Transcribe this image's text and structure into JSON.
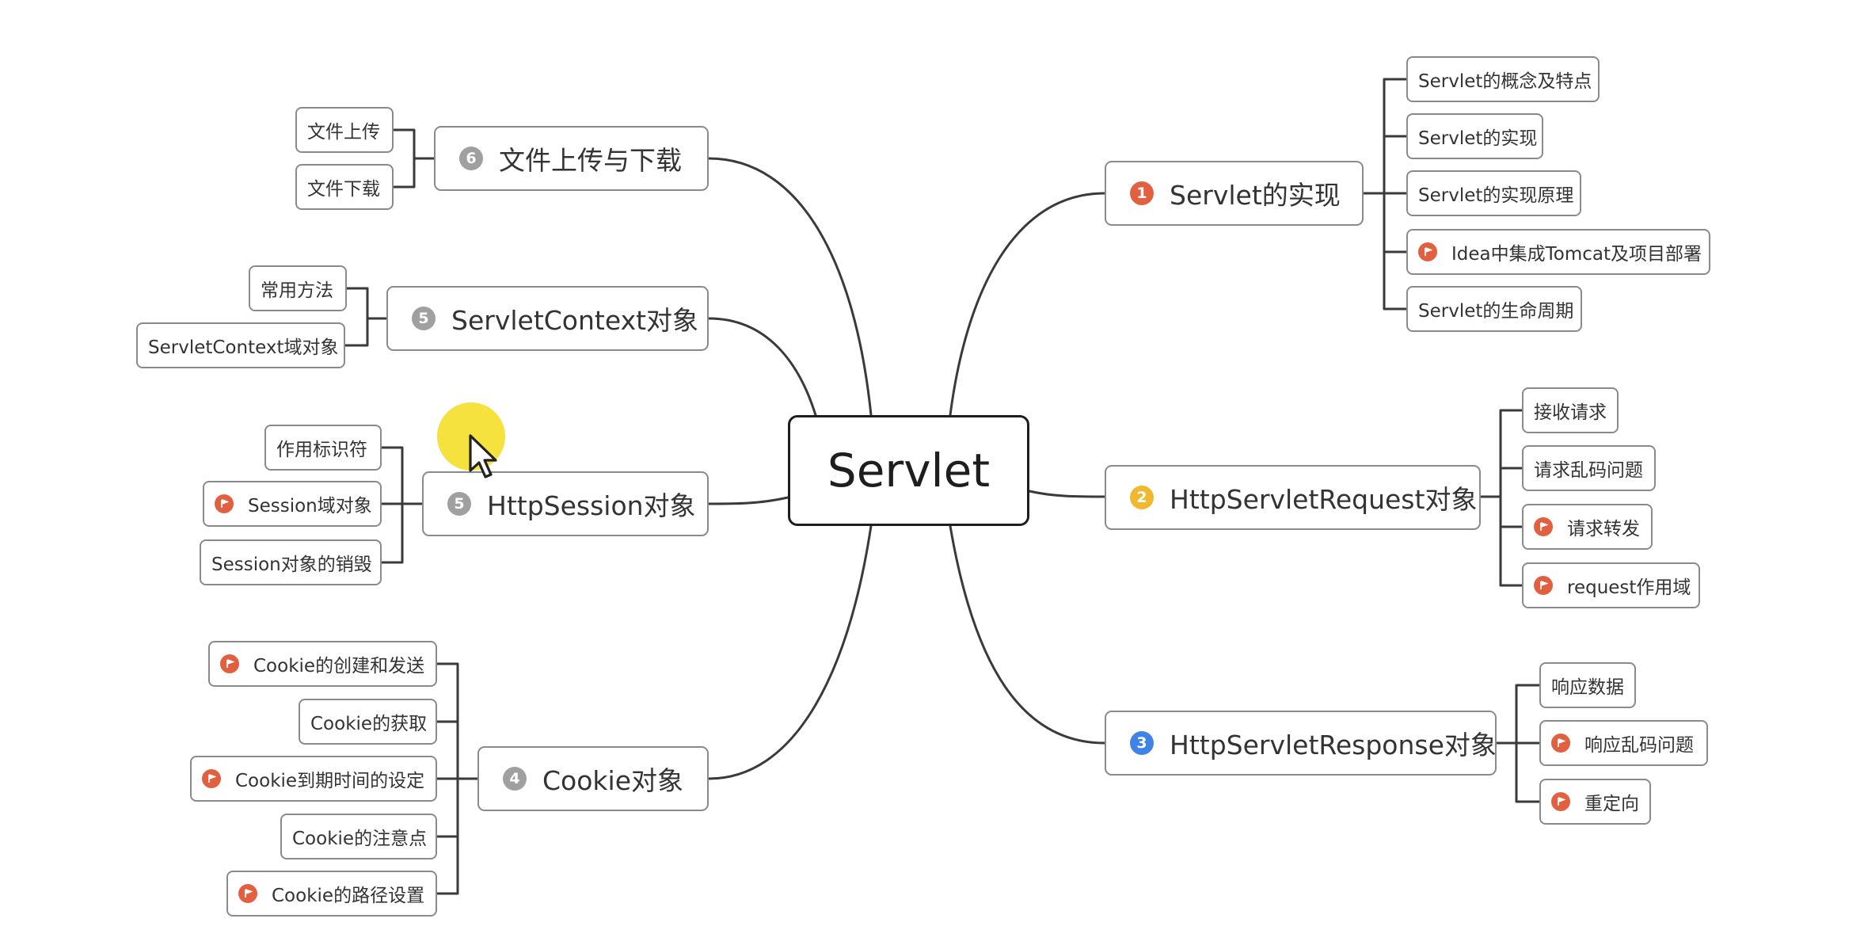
{
  "root": {
    "label": "Servlet"
  },
  "colors": {
    "badge_red": "#e2603f",
    "badge_yellow": "#f0b72f",
    "badge_blue": "#3f83e6",
    "badge_gray": "#a0a0a0",
    "flag": "#e2603f",
    "line": "#3a3a3a",
    "node_border": "#8a8a8a",
    "cursor_highlight": "#f5df2e"
  },
  "branches": [
    {
      "badge": "1",
      "label": "Servlet的实现",
      "children": [
        {
          "label": "Servlet的概念及特点",
          "flag": false
        },
        {
          "label": "Servlet的实现",
          "flag": false
        },
        {
          "label": "Servlet的实现原理",
          "flag": false
        },
        {
          "label": "Idea中集成Tomcat及项目部署",
          "flag": true
        },
        {
          "label": "Servlet的生命周期",
          "flag": false
        }
      ]
    },
    {
      "badge": "2",
      "label": "HttpServletRequest对象",
      "children": [
        {
          "label": "接收请求",
          "flag": false
        },
        {
          "label": "请求乱码问题",
          "flag": false
        },
        {
          "label": "请求转发",
          "flag": true
        },
        {
          "label": "request作用域",
          "flag": true
        }
      ]
    },
    {
      "badge": "3",
      "label": "HttpServletResponse对象",
      "children": [
        {
          "label": "响应数据",
          "flag": false
        },
        {
          "label": "响应乱码问题",
          "flag": true
        },
        {
          "label": "重定向",
          "flag": true
        }
      ]
    },
    {
      "badge": "4",
      "label": "Cookie对象",
      "children": [
        {
          "label": "Cookie的创建和发送",
          "flag": true
        },
        {
          "label": "Cookie的获取",
          "flag": false
        },
        {
          "label": "Cookie到期时间的设定",
          "flag": true
        },
        {
          "label": "Cookie的注意点",
          "flag": false
        },
        {
          "label": "Cookie的路径设置",
          "flag": true
        }
      ]
    },
    {
      "badge": "5",
      "label": "HttpSession对象",
      "children": [
        {
          "label": "作用标识符",
          "flag": false
        },
        {
          "label": "Session域对象",
          "flag": true
        },
        {
          "label": "Session对象的销毁",
          "flag": false
        }
      ]
    },
    {
      "badge": "5",
      "label": "ServletContext对象",
      "children": [
        {
          "label": "常用方法",
          "flag": false
        },
        {
          "label": "ServletContext域对象",
          "flag": false
        }
      ]
    },
    {
      "badge": "6",
      "label": "文件上传与下载",
      "children": [
        {
          "label": "文件上传",
          "flag": false
        },
        {
          "label": "文件下载",
          "flag": false
        }
      ]
    }
  ]
}
